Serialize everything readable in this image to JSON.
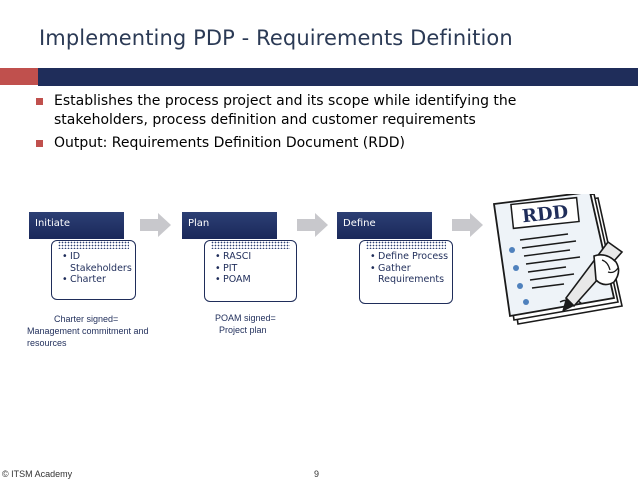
{
  "slide": {
    "title": "Implementing PDP - Requirements Definition",
    "bullets": [
      "Establishes the process project and its scope while identifying the stakeholders, process definition and customer requirements",
      "Output: Requirements Definition Document (RDD)"
    ]
  },
  "stages": [
    {
      "name": "Initiate",
      "items": [
        "ID Stakeholders",
        "Charter"
      ]
    },
    {
      "name": "Plan",
      "items": [
        "RASCI",
        "PIT",
        "POAM"
      ]
    },
    {
      "name": "Define",
      "items": [
        "Define Process",
        "Gather Requirements"
      ]
    }
  ],
  "notes": {
    "initiate_line1": "Charter signed=",
    "initiate_line2": "Management commitment and",
    "initiate_line3": "resources",
    "plan_line1": "POAM signed=",
    "plan_line2": "Project plan"
  },
  "illustration": {
    "label": "RDD"
  },
  "footer": {
    "copyright": "© ITSM Academy",
    "page_number": "9"
  }
}
